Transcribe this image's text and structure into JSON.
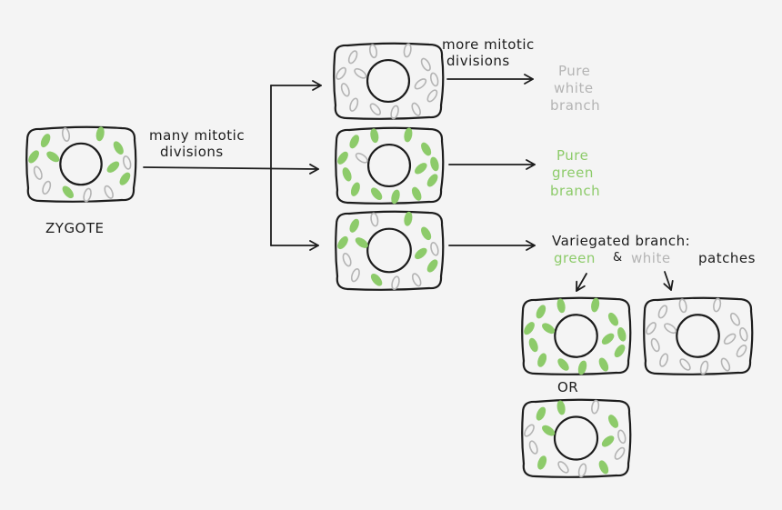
{
  "labels": {
    "zygote": "ZYGOTE",
    "many_mitotic_line1": "many mitotic",
    "many_mitotic_line2": "divisions",
    "more_mitotic_line1": "more mitotic",
    "more_mitotic_line2": "divisions",
    "pure_white_line1": "Pure",
    "pure_white_line2": "white",
    "pure_white_line3": "branch",
    "pure_green_line1": "Pure",
    "pure_green_line2": "green",
    "pure_green_line3": "branch",
    "variegated_line1": "Variegated branch:",
    "variegated_green": "green",
    "variegated_amp": "&",
    "variegated_white": "white",
    "variegated_patches": "patches",
    "or": "OR"
  },
  "colors": {
    "background": "#f4f4f4",
    "outline": "#1c1c1c",
    "plastid_green": "#8dcb6a",
    "plastid_white": "#b4b4b4",
    "cell_fill": "#f4f4f4"
  },
  "icons": [
    "cell-icon",
    "nucleus-icon",
    "plastid-icon",
    "arrow-icon"
  ]
}
